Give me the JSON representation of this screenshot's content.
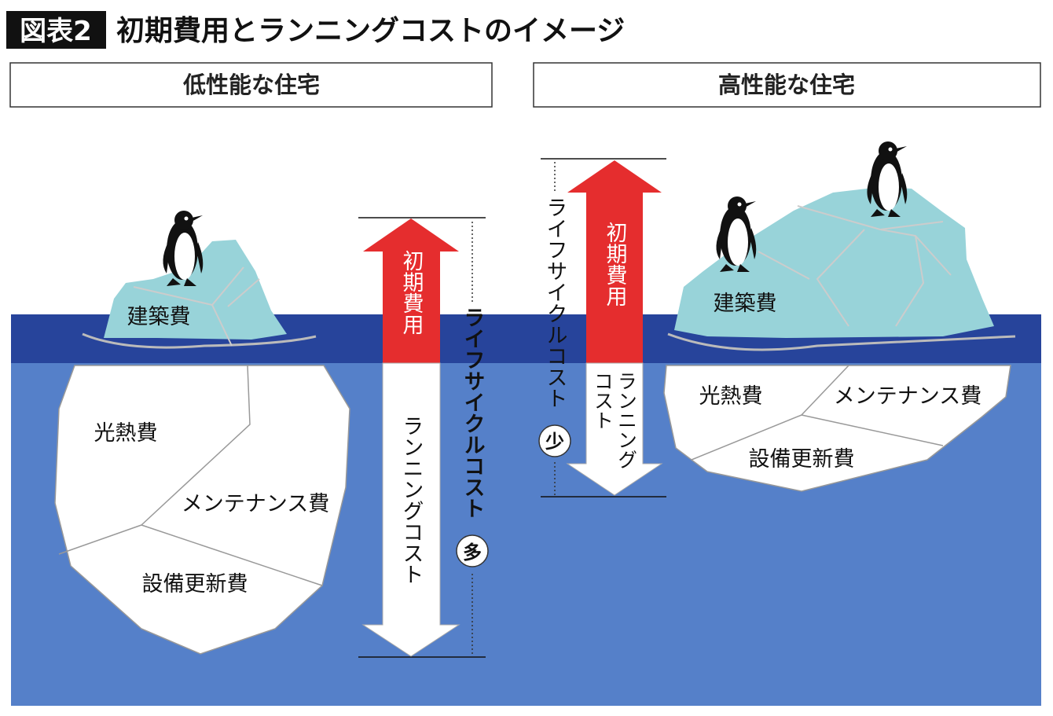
{
  "header": {
    "badge": "図表2",
    "title": "初期費用とランニングコストのイメージ"
  },
  "panels": {
    "left": {
      "title": "低性能な住宅",
      "above_water": "建築費",
      "below_water": [
        "光熱費",
        "メンテナンス費",
        "設備更新費"
      ],
      "initial_cost_label": "初期費用",
      "running_cost_label": "ランニングコスト",
      "lifecycle_label": "ライフサイクルコスト",
      "lifecycle_badge": "多"
    },
    "right": {
      "title": "高性能な住宅",
      "above_water": "建築費",
      "below_water": [
        "光熱費",
        "メンテナンス費",
        "設備更新費"
      ],
      "initial_cost_label": "初期費用",
      "running_cost_label_1": "ランニング",
      "running_cost_label_2": "コスト",
      "lifecycle_label": "ライフサイクルコスト",
      "lifecycle_badge": "少"
    }
  },
  "colors": {
    "surface_water": "#27449b",
    "deep_water": "#5580c9",
    "ice": "#98d3d9",
    "initial_cost": "#e52d2e"
  }
}
